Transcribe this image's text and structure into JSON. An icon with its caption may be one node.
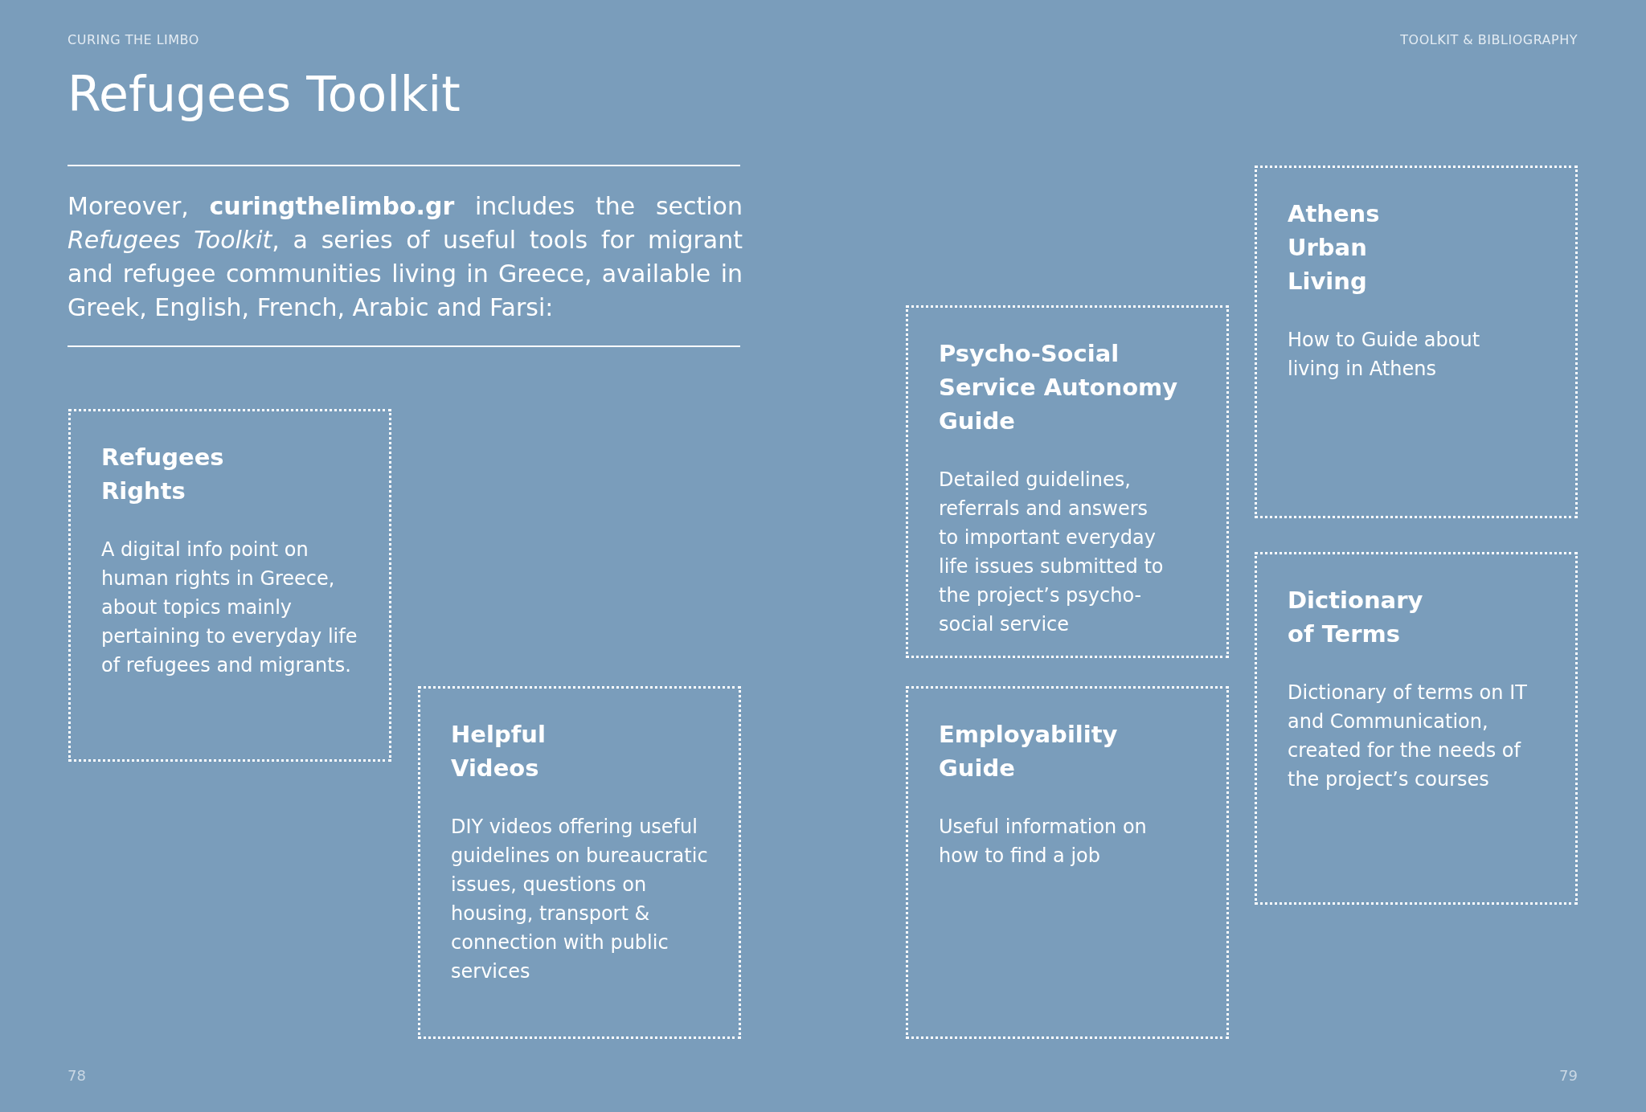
{
  "diagram": {
    "title": "Refugees Toolkit",
    "nodes": [
      {
        "text": [
          "Refugees Rights",
          "A digital info point on human rights in Greece, about topics mainly pertaining to everyday life of refugees and migrants."
        ]
      },
      {
        "text": [
          "Helpful Videos",
          "DIY videos offering useful guidelines on bureaucratic issues, questions on housing, transport & connection with public services"
        ]
      },
      {
        "text": [
          "Psycho-Social Service Autonomy Guide",
          "Detailed guidelines, referrals and answers to important everyday life issues submitted to the project’s psycho-social service"
        ]
      },
      {
        "text": [
          "Employability Guide",
          "Useful information on how to find a job"
        ]
      },
      {
        "text": [
          "Athens Urban Living",
          "How to Guide about living in Athens"
        ]
      },
      {
        "text": [
          "Dictionary of Terms",
          "Dictionary of terms on IT and Communication, created for the needs of the project’s courses"
        ]
      }
    ],
    "labels": [
      "CURING THE LIMBO",
      "TOOLKIT & BIBLIOGRAPHY",
      "Moreover, **curingthelimbo.gr** includes the section *Refugees Toolkit*, a series of useful tools for migrant and refugee communities living in Greece, available in Greek, English, French, Arabic and Farsi:",
      "78",
      "79"
    ]
  }
}
